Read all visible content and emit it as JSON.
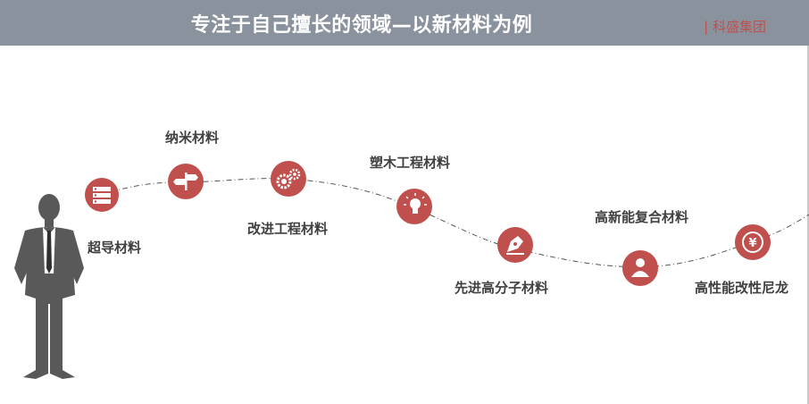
{
  "header": {
    "title": "专注于自己擅长的领域—以新材料为例",
    "company": "| 科盛集团"
  },
  "colors": {
    "header_bg": "#8a939d",
    "accent": "#c0504d",
    "figure": "#595959",
    "label": "#404040"
  },
  "materials": [
    {
      "label": "超导材料",
      "icon": "database-icon"
    },
    {
      "label": "纳米材料",
      "icon": "signpost-icon"
    },
    {
      "label": "改进工程材料",
      "icon": "gears-icon"
    },
    {
      "label": "塑木工程材料",
      "icon": "lightbulb-icon"
    },
    {
      "label": "先进高分子材料",
      "icon": "pen-nib-icon"
    },
    {
      "label": "高新能复合材料",
      "icon": "user-icon"
    },
    {
      "label": "高性能改性尼龙",
      "icon": "yen-coin-icon"
    }
  ]
}
